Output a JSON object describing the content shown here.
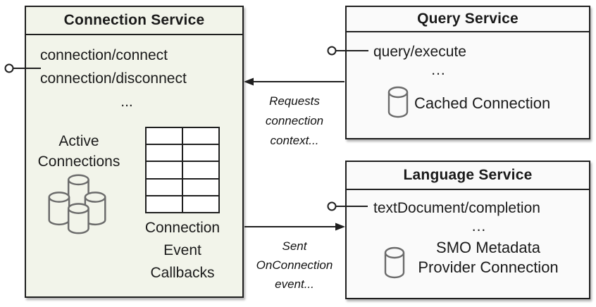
{
  "diagram": {
    "connection_service": {
      "title": "Connection Service",
      "methods": [
        "connection/connect",
        "connection/disconnect"
      ],
      "ellipsis": "...",
      "active_connections": [
        "Active",
        "Connections"
      ],
      "active_connections_icon": "database-cluster-icon",
      "callbacks_caption": [
        "Connection",
        "Event",
        "Callbacks"
      ],
      "callbacks_table": {
        "rows": 5,
        "columns": 2
      }
    },
    "query_service": {
      "title": "Query Service",
      "method": "query/execute",
      "ellipsis": "...",
      "cached_connection_label": "Cached Connection",
      "icon": "database-cylinder-icon"
    },
    "language_service": {
      "title": "Language Service",
      "method": "textDocument/completion",
      "ellipsis": "...",
      "smo_label": [
        "SMO Metadata",
        "Provider Connection"
      ],
      "icon": "database-cylinder-icon"
    },
    "arrows": {
      "requests": {
        "label": [
          "Requests",
          "connection",
          "context..."
        ],
        "direction": "query-service-to-connection-service"
      },
      "sent": {
        "label": [
          "Sent",
          "OnConnection",
          "event..."
        ],
        "direction": "connection-service-to-language-service"
      }
    },
    "interfaces": {
      "connection_service_lollipop": "lollipop-interface-icon",
      "query_service_lollipop": "lollipop-interface-icon",
      "language_service_lollipop": "lollipop-interface-icon"
    },
    "colors": {
      "connection_box_fill": "#f2f4ea",
      "service_box_fill": "#fafafa",
      "border": "#1f1f1f",
      "cylinder_stroke": "#6b6b6b",
      "background": "#ffffff"
    }
  }
}
